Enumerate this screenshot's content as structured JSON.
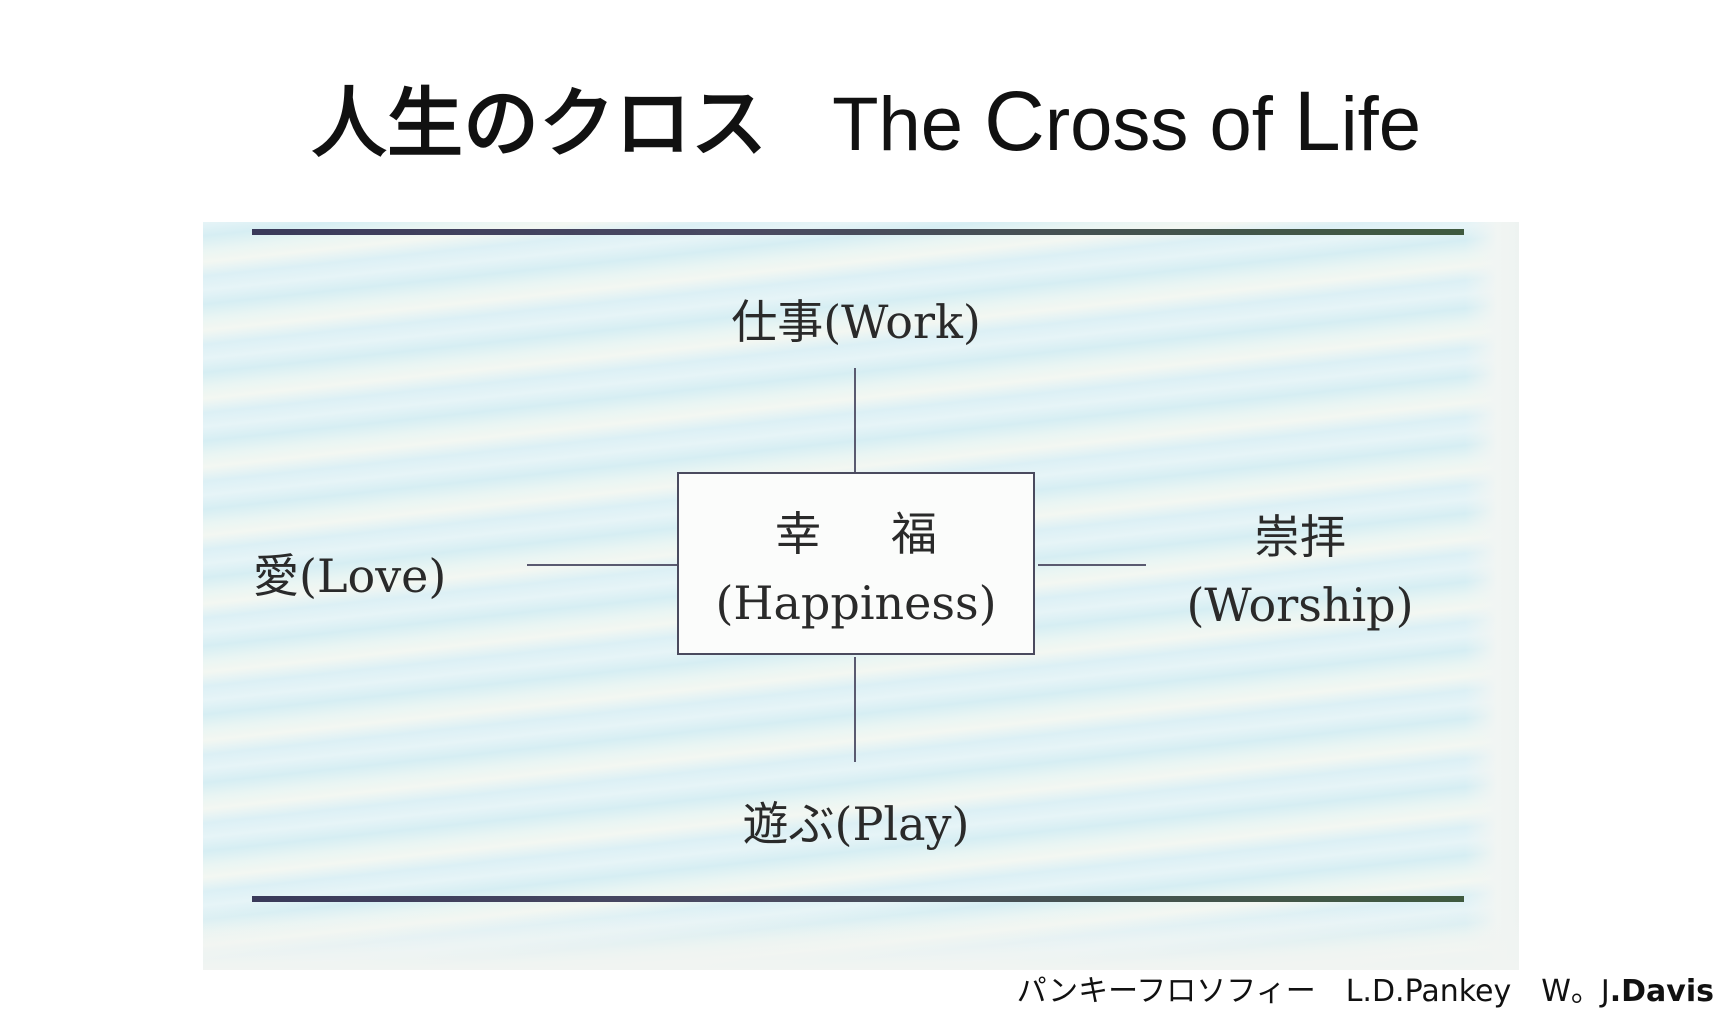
{
  "title": {
    "japanese": "人生のクロス",
    "english_parts": [
      "The ",
      "C",
      "ross of ",
      "L",
      "ife"
    ]
  },
  "diagram": {
    "center": {
      "japanese": "幸福",
      "english": "(Happiness)"
    },
    "top": "仕事(Work)",
    "left": "愛(Love)",
    "bottom": "遊ぶ(Play)",
    "right": {
      "japanese": "崇拝",
      "english": "(Worship)"
    }
  },
  "credit": {
    "text": "パンキーフロソフィー　L.D.Pankey　W。J",
    "bold": ".Davis"
  }
}
